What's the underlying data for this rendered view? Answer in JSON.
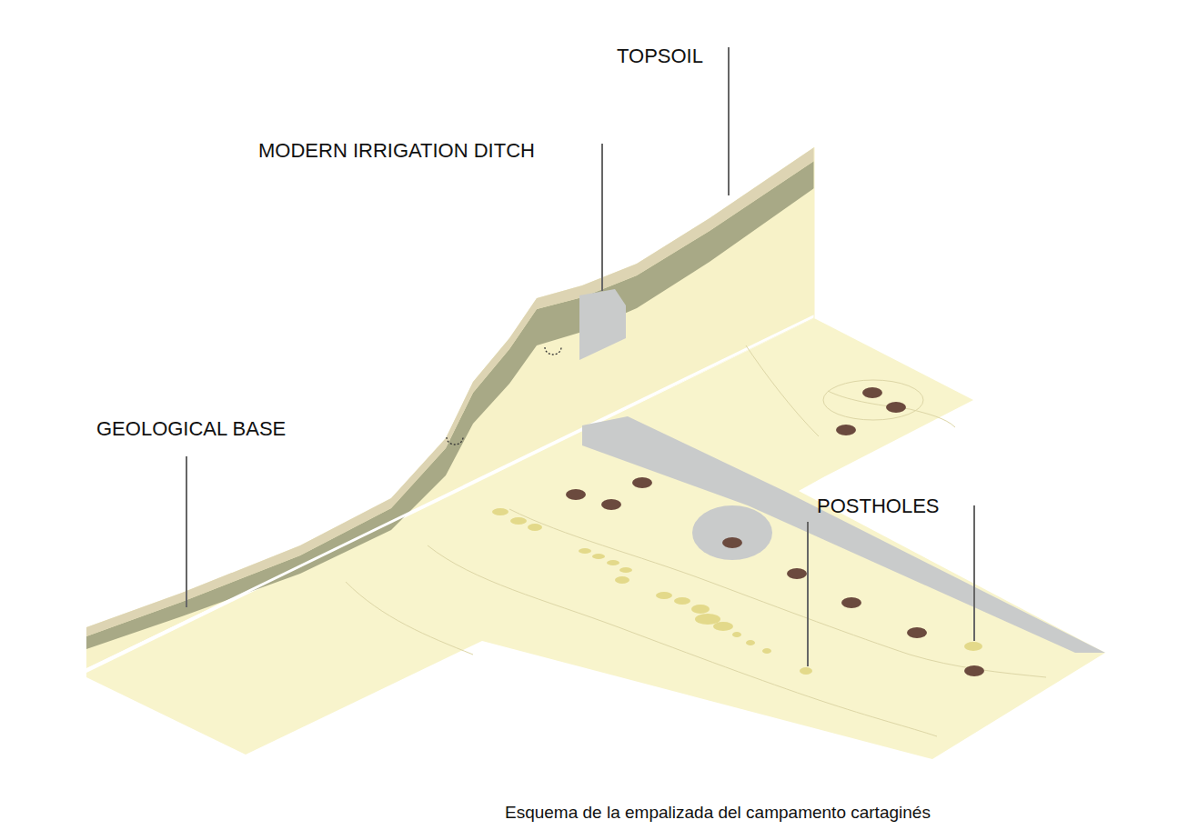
{
  "diagram": {
    "caption": "Esquema de la empalizada del campamento cartaginés",
    "labels": [
      "TOPSOIL",
      "MODERN IRRIGATION DITCH",
      "GEOLOGICAL BASE",
      "POSTHOLES"
    ]
  }
}
